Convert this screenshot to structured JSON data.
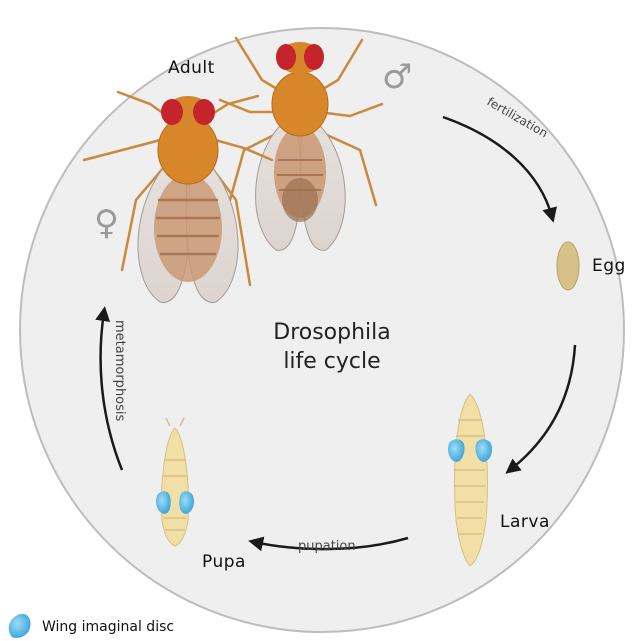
{
  "diagram": {
    "title_line1": "Drosophila",
    "title_line2": "life cycle",
    "stages": {
      "adult": "Adult",
      "egg": "Egg",
      "larva": "Larva",
      "pupa": "Pupa"
    },
    "transitions": {
      "fertilization": "fertilization",
      "pupation": "pupation",
      "metamorphosis": "metamorphosis"
    },
    "symbols": {
      "male": "♂",
      "female": "♀"
    },
    "legend": {
      "label": "Wing imaginal disc",
      "icon": "wing-disc-icon",
      "color": "#3aa8dc"
    },
    "colors": {
      "circle_fill": "#efefef",
      "circle_stroke": "#bdbdbd",
      "arrow": "#1a1a1a",
      "fly_body": "#d8862a",
      "fly_eye": "#c4252c",
      "larva_body": "#f1dfa5",
      "egg": "#d8c089"
    }
  }
}
